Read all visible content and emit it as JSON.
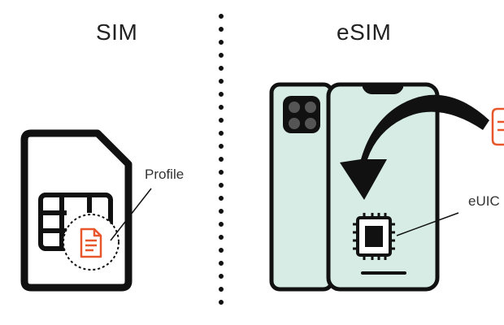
{
  "headings": {
    "sim": "SIM",
    "esim": "eSIM"
  },
  "labels": {
    "profile": "Profile",
    "euicc": "eUIC"
  },
  "colors": {
    "outline": "#111111",
    "phone_fill": "#d6ece5",
    "profile_icon": "#e8562c",
    "background": "#ffffff"
  },
  "icons": {
    "sim_card": "sim-card-icon",
    "document": "document-icon",
    "chip": "chip-icon",
    "arrow": "curved-arrow-icon"
  }
}
